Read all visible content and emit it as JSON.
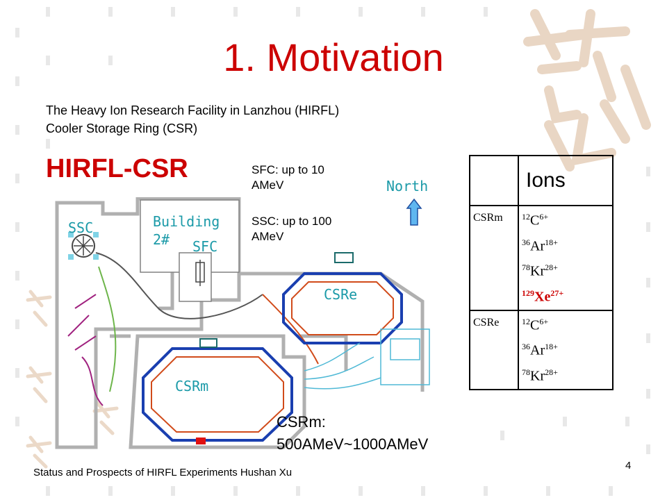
{
  "slide": {
    "title": "1. Motivation",
    "subtitle_line1": "The Heavy Ion Research Facility in Lanzhou (HIRFL)",
    "subtitle_line2": "Cooler Storage Ring (CSR)",
    "facility_label": "HIRFL-CSR",
    "sfc_note_line1": "SFC: up to 10",
    "sfc_note_line2": "AMeV",
    "ssc_note_line1": "SSC: up to 100",
    "ssc_note_line2": "AMeV",
    "north_label": "North",
    "csrm_energy_line1": "CSRm:",
    "csrm_energy_line2": "500AMeV~1000AMeV",
    "footer": "Status and Prospects of HIRFL Experiments  Hushan Xu",
    "page_number": "4"
  },
  "map_labels": {
    "ssc": "SSC",
    "building_line1": "Building",
    "building_line2": "2#",
    "sfc": "SFC",
    "csre": "CSRe",
    "csrm": "CSRm"
  },
  "ions_table": {
    "header": "Ions",
    "rows": [
      {
        "ring": "CSRm",
        "ions": [
          {
            "mass": "12",
            "symbol": "C",
            "charge": "6+",
            "highlight": false
          },
          {
            "mass": "36",
            "symbol": "Ar",
            "charge": "18+",
            "highlight": false
          },
          {
            "mass": "78",
            "symbol": "Kr",
            "charge": "28+",
            "highlight": false
          },
          {
            "mass": "129",
            "symbol": "Xe",
            "charge": "27+",
            "highlight": true
          }
        ]
      },
      {
        "ring": "CSRe",
        "ions": [
          {
            "mass": "12",
            "symbol": "C",
            "charge": "6+",
            "highlight": false
          },
          {
            "mass": "36",
            "symbol": "Ar",
            "charge": "18+",
            "highlight": false
          },
          {
            "mass": "78",
            "symbol": "Kr",
            "charge": "28+",
            "highlight": false
          }
        ]
      }
    ]
  },
  "colors": {
    "title": "#cc0000",
    "map_label": "#1b9aa8",
    "highlight_ion": "#cc0000",
    "background_calligraphy": "#e8d7c6",
    "background_bars": "#e6e6e6"
  }
}
